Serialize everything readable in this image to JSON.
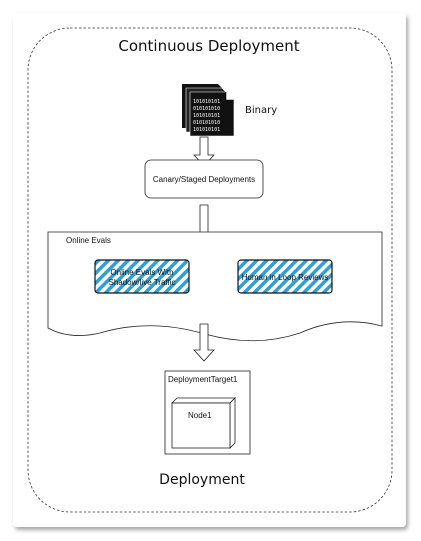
{
  "diagram": {
    "title": "Continuous Deployment",
    "binary_label": "Binary",
    "canary_label": "Canary/Staged Deployments",
    "online_evals": {
      "section_label": "Online Evals",
      "box1_line1": "Online Evals With",
      "box1_line2": "Shadow/live Traffic",
      "box2_label": "Human in Loop Reviews"
    },
    "deployment_target_label": "DeploymentTarget1",
    "node_label": "Node1",
    "footer": "Deployment"
  }
}
